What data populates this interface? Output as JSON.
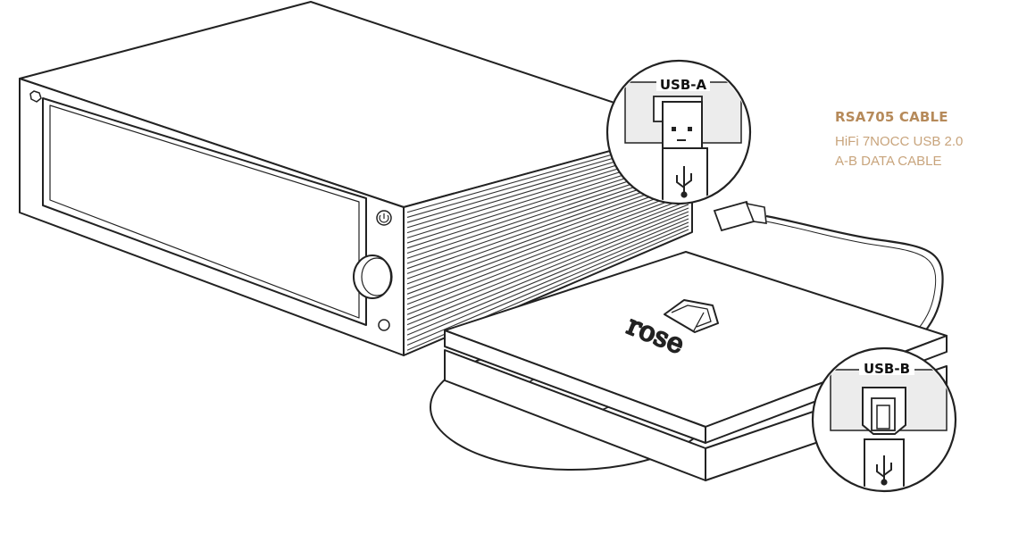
{
  "cable": {
    "title": "RSA705 CABLE",
    "desc_line1": "HiFi 7NOCC USB 2.0",
    "desc_line2": "A-B DATA CABLE"
  },
  "connectors": {
    "usb_a": "USB-A",
    "usb_b": "USB-B"
  },
  "drive": {
    "brand": "rose"
  },
  "colors": {
    "accent_title": "#b68a5a",
    "accent_desc": "#c8a47c",
    "line": "#222222"
  }
}
